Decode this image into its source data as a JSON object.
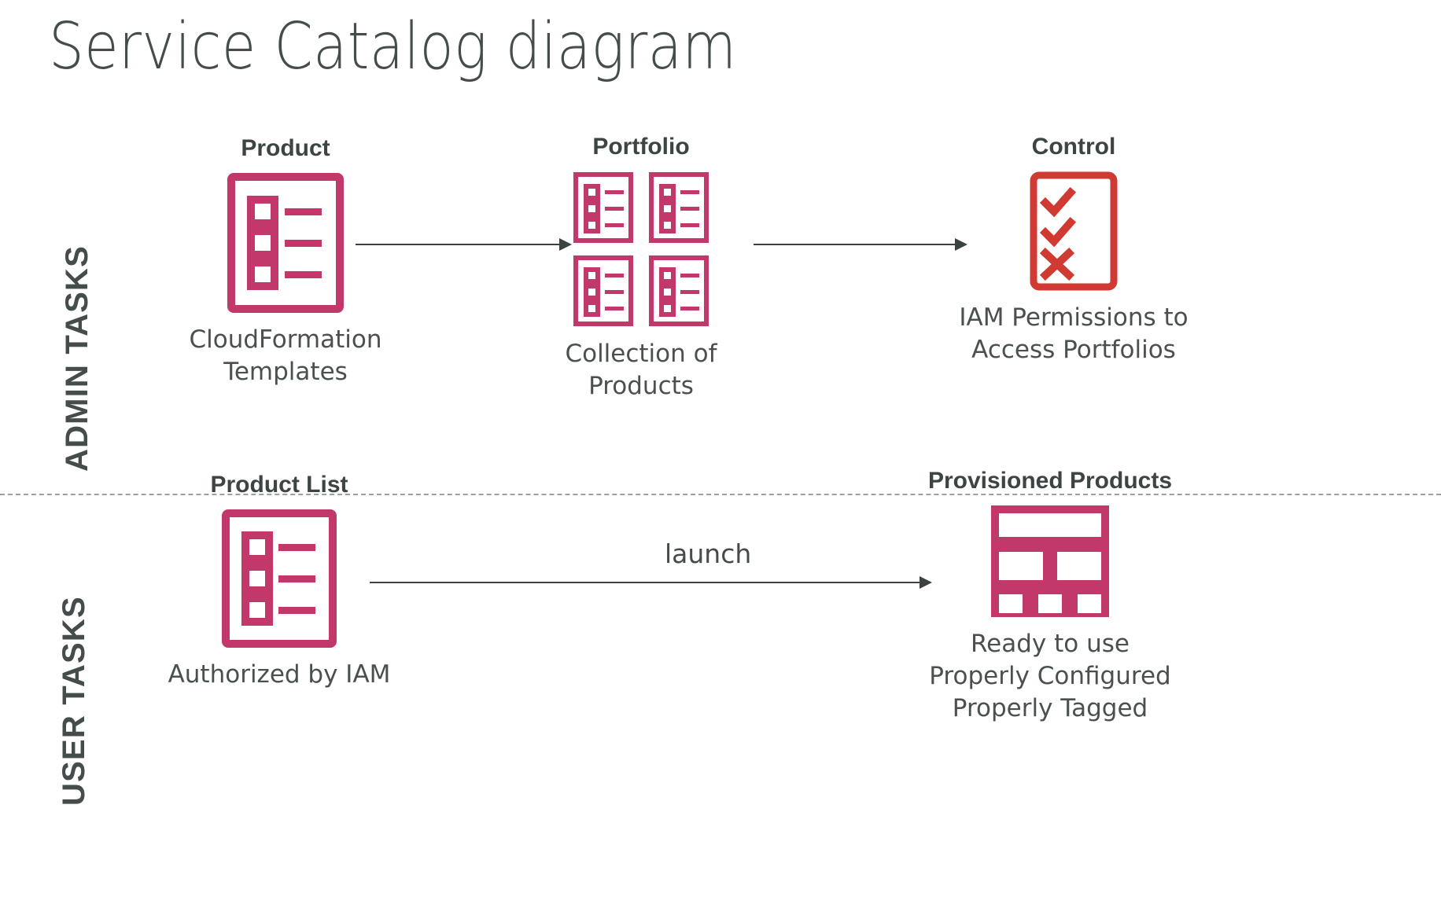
{
  "page": {
    "title": "Service Catalog diagram",
    "background": "#ffffff"
  },
  "colors": {
    "crimson": "#c2386a",
    "red": "#cf3a33",
    "text_dark": "#3e4545",
    "text_body": "#4a5050",
    "arrow": "#3c4242",
    "divider": "#9a9f9f"
  },
  "rows": {
    "admin": {
      "side_label": "ADMIN TASKS"
    },
    "user": {
      "side_label": "USER TASKS"
    }
  },
  "nodes": {
    "product": {
      "title": "Product",
      "caption": "CloudFormation\nTemplates",
      "icon": "checklist-document-icon",
      "icon_color": "#c2386a"
    },
    "portfolio": {
      "title": "Portfolio",
      "caption": "Collection of Products",
      "icon": "checklist-document-grid-icon",
      "icon_color": "#c2386a",
      "item_count": 4
    },
    "control": {
      "title": "Control",
      "caption": "IAM Permissions to\nAccess Portfolios",
      "icon": "checkmarks-and-cross-document-icon",
      "icon_color": "#cf3a33",
      "marks": [
        "check",
        "check",
        "cross"
      ]
    },
    "product_list": {
      "title": "Product List",
      "caption": "Authorized by IAM",
      "icon": "checklist-document-icon",
      "icon_color": "#c2386a"
    },
    "provisioned_products": {
      "title": "Provisioned Products",
      "caption": "Ready to use\nProperly Configured\nProperly Tagged",
      "icon": "layout-blocks-icon",
      "icon_color": "#c2386a"
    }
  },
  "arrows": {
    "product_to_portfolio": {
      "label": ""
    },
    "portfolio_to_control": {
      "label": ""
    },
    "list_to_provisioned": {
      "label": "launch"
    }
  }
}
